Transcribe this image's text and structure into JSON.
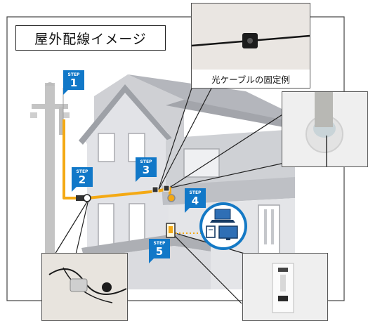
{
  "title": "屋外配線イメージ",
  "steps": [
    {
      "label": "STEP",
      "number": "1"
    },
    {
      "label": "STEP",
      "number": "2"
    },
    {
      "label": "STEP",
      "number": "3"
    },
    {
      "label": "STEP",
      "number": "4"
    },
    {
      "label": "STEP",
      "number": "5"
    }
  ],
  "photo_caption": "光ケーブルの固定例",
  "colors": {
    "step": "#1178c8",
    "cable": "#f4a914",
    "house_wall": "#d7d8dc",
    "roof": "#b7b9be",
    "pole": "#c4c4c4"
  }
}
